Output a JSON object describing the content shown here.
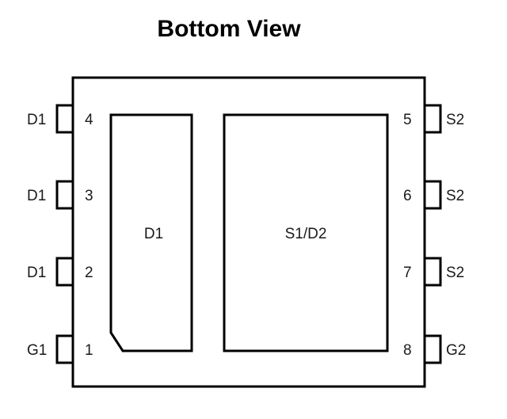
{
  "title": "Bottom View",
  "pads": {
    "left": "D1",
    "right": "S1/D2"
  },
  "pins_left": [
    {
      "name": "D1",
      "number": "4"
    },
    {
      "name": "D1",
      "number": "3"
    },
    {
      "name": "D1",
      "number": "2"
    },
    {
      "name": "G1",
      "number": "1"
    }
  ],
  "pins_right": [
    {
      "name": "S2",
      "number": "5"
    },
    {
      "name": "S2",
      "number": "6"
    },
    {
      "name": "S2",
      "number": "7"
    },
    {
      "name": "G2",
      "number": "8"
    }
  ],
  "colors": {
    "stroke": "#000000",
    "background": "#ffffff"
  }
}
